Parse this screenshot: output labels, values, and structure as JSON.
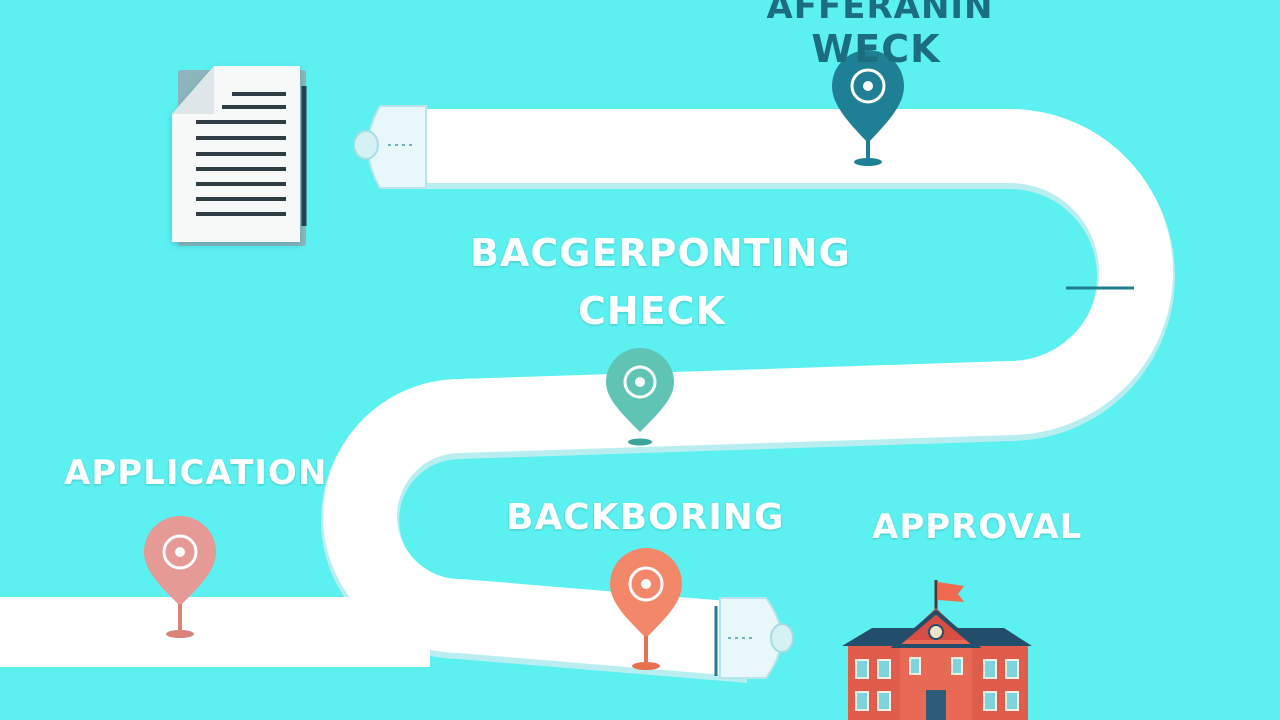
{
  "labels": {
    "top_line1": "Afferanin",
    "top_line2": "Weck",
    "middle_line1": "Bacgerponting",
    "middle_line2": "Check",
    "application": "Application",
    "backboring": "Backboring",
    "approval": "Approval"
  },
  "markers": [
    {
      "name": "top",
      "color": "#1f7f95"
    },
    {
      "name": "middle",
      "color": "#5fc4b4"
    },
    {
      "name": "application",
      "color": "#e59a96"
    },
    {
      "name": "backboring",
      "color": "#f3876a"
    }
  ],
  "icons": [
    "document-icon",
    "school-building-icon"
  ],
  "colors": {
    "background": "#5cf0f0",
    "road": "#ffffff",
    "text_dark": "#1d6d80",
    "text_light": "#ffffff"
  }
}
